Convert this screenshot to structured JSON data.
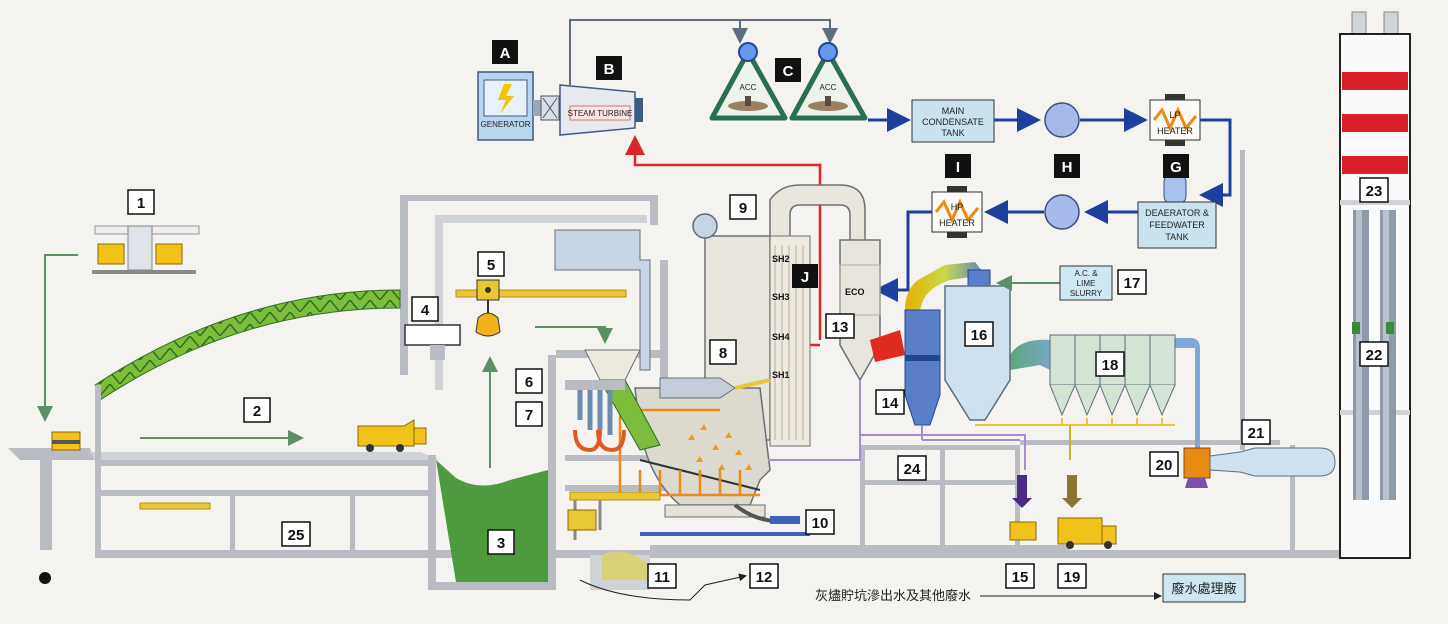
{
  "labels": {
    "A": "A",
    "B": "B",
    "C": "C",
    "G": "G",
    "H": "H",
    "I": "I",
    "J": "J",
    "n1": "1",
    "n2": "2",
    "n3": "3",
    "n4": "4",
    "n5": "5",
    "n6": "6",
    "n7": "7",
    "n8": "8",
    "n9": "9",
    "n10": "10",
    "n11": "11",
    "n12": "12",
    "n13": "13",
    "n14": "14",
    "n15": "15",
    "n16": "16",
    "n17": "17",
    "n18": "18",
    "n19": "19",
    "n20": "20",
    "n21": "21",
    "n22": "22",
    "n23": "23",
    "n24": "24",
    "n25": "25"
  },
  "equipment": {
    "generator": "GENERATOR",
    "steam_turbine": "STEAM TURBINE",
    "acc1": "ACC",
    "acc2": "ACC",
    "condensate_tank_l1": "MAIN",
    "condensate_tank_l2": "CONDENSATE",
    "condensate_tank_l3": "TANK",
    "lp_heater_l1": "LP",
    "lp_heater_l2": "HEATER",
    "hp_heater_l1": "HP",
    "hp_heater_l2": "HEATER",
    "deaerator_l1": "DEAERATOR &",
    "deaerator_l2": "FEEDWATER",
    "deaerator_l3": "TANK",
    "lime_l1": "A.C. &",
    "lime_l2": "LIME",
    "lime_l3": "SLURRY",
    "eco": "ECO",
    "sh1": "SH1",
    "sh2": "SH2",
    "sh3": "SH3",
    "sh4": "SH4"
  },
  "bottom": {
    "wastewater_text": "灰燼貯坑滲出水及其他廢水",
    "treatment_plant": "廢水處理廠"
  },
  "colors": {
    "steam": "#d8262b",
    "water": "#1f3f9c",
    "pit_green": "#4d9a3f",
    "flue_gas_blue": "#5a7fc8",
    "frame_gray": "#b9bcc2",
    "ash_yellow": "#e9c836",
    "chimney_red": "#d9202a"
  }
}
